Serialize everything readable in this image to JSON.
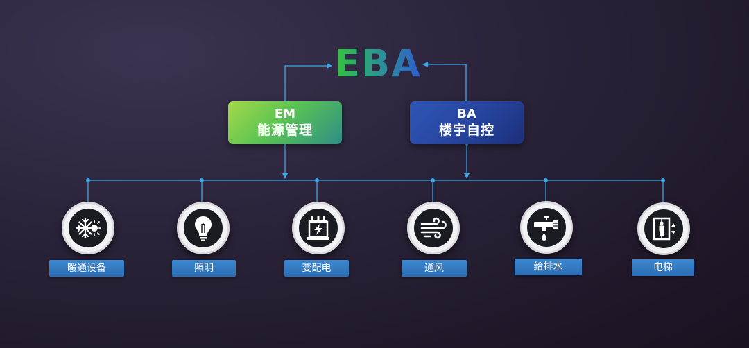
{
  "title": "EBA",
  "em": {
    "code": "EM",
    "name": "能源管理"
  },
  "ba": {
    "code": "BA",
    "name": "楼宇自控"
  },
  "devices": [
    {
      "label": "暖通设备",
      "icon": "snowflake-sun-icon"
    },
    {
      "label": "照明",
      "icon": "light-bulb-icon"
    },
    {
      "label": "变配电",
      "icon": "transformer-icon"
    },
    {
      "label": "通风",
      "icon": "wind-icon"
    },
    {
      "label": "给排水",
      "icon": "water-tap-icon"
    },
    {
      "label": "电梯",
      "icon": "elevator-icon"
    }
  ],
  "colors": {
    "line": "#3aa7e8",
    "em_gradient": [
      "#a6d94a",
      "#2e8f86"
    ],
    "ba_gradient": [
      "#2e56b6",
      "#1c2f7a"
    ],
    "label_bg": "#3d88cf"
  }
}
